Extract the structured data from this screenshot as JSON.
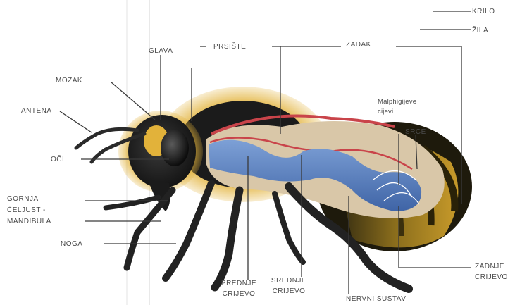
{
  "diagram": {
    "labels": {
      "krilo": "KRILO",
      "zila": "ŽILA",
      "glava": "GLAVA",
      "prsiste": "PRSIŠTE",
      "zadak": "ZADAK",
      "mozak": "MOZAK",
      "antena": "ANTENA",
      "oci": "OČI",
      "gornja_1": "GORNJA",
      "gornja_2": "ČELJUST -",
      "gornja_3": "MANDIBULA",
      "noga": "NOGA",
      "malphigijeve_1": "Malphigijeve",
      "malphigijeve_2": "cijevi",
      "srce": "SRCE",
      "prednje_1": "PREDNJE",
      "prednje_2": "CRIJEVO",
      "srednje_1": "SREDNJE",
      "srednje_2": "CRIJEVO",
      "nervni": "NERVNI SUSTAV",
      "zadnje_1": "ZADNJE",
      "zadnje_2": "CRIJEVO"
    },
    "colors": {
      "body_black": "#1c1c1c",
      "fur_yellow": "#e2b23a",
      "gut_blue": "#5f84c2",
      "tissue_beige": "#d9c7a8",
      "vessel_red": "#c9444a",
      "leader_line": "#3a3a3a"
    }
  }
}
